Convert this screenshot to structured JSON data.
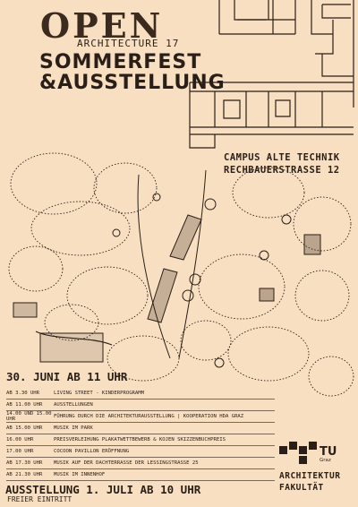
{
  "header": {
    "logo_word": "OPEN",
    "edition": "ARCHITECTURE 17",
    "title_line1": "SOMMERFEST",
    "title_line2": "&AUSSTELLUNG"
  },
  "location": {
    "line1": "CAMPUS ALTE TECHNIK",
    "line2": "RECHBAUERSTRASSE 12"
  },
  "event_date": "30. JUNI AB 11 UHR",
  "schedule": [
    {
      "time": "AB 3.30 UHR",
      "event": "LIVING STREET - KINDERPROGRAMM"
    },
    {
      "time": "AB 11.00 UHR",
      "event": "AUSSTELLUNGEN"
    },
    {
      "time": "14.00 UND 15.00 UHR",
      "event": "FÜHRUNG DURCH DIE ARCHITEKTURAUSSTELLUNG | KOOPERATION HDA GRAZ"
    },
    {
      "time": "AB 15.00 UHR",
      "event": "MUSIK IM PARK"
    },
    {
      "time": "16.00 UHR",
      "event": "PREISVERLEIHUNG PLAKATWETTBEWERB & KOJEN SKIZZENBUCHPREIS"
    },
    {
      "time": "17.00 UHR",
      "event": "COCOON PAVILLON ERÖFFNUNG"
    },
    {
      "time": "AB 17.30 UHR",
      "event": "MUSIK AUF DER DACHTERRASSE DER LESSINGSTRASSE 25"
    },
    {
      "time": "AB 21.30 UHR",
      "event": "MUSIK IM INNENHOF"
    }
  ],
  "exhibition": "AUSSTELLUNG 1. JULI AB 10 UHR",
  "admission": "FREIER EINTRITT",
  "institution": {
    "logo_text": "TU",
    "logo_sub": "Graz",
    "line1": "ARCHITEKTUR",
    "line2": "FAKULTÄT"
  }
}
